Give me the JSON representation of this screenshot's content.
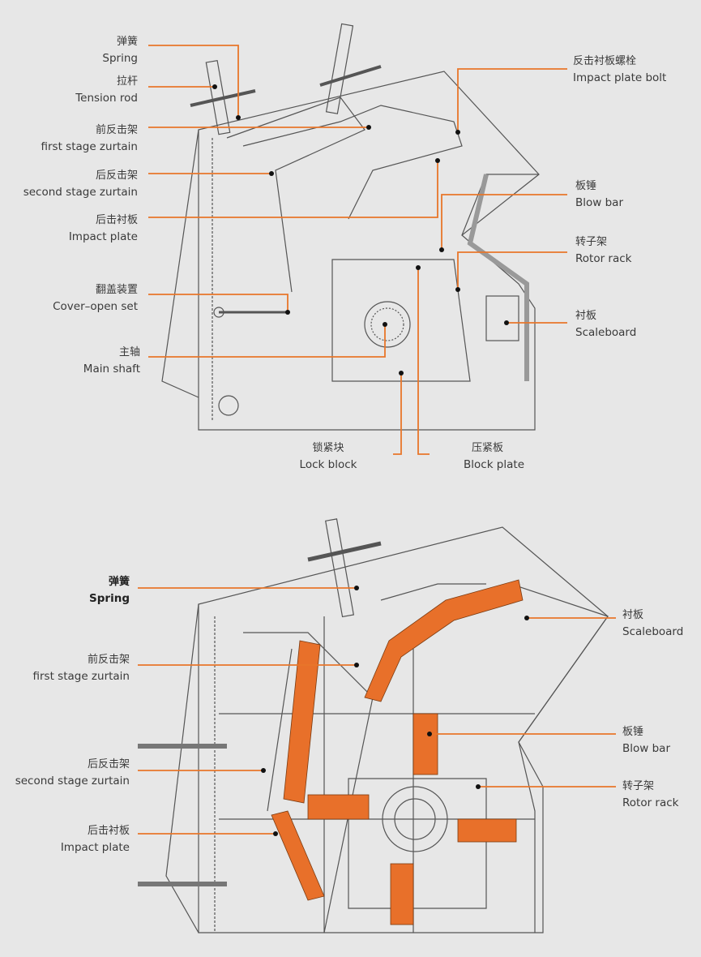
{
  "colors": {
    "background": "#e7e7e7",
    "leader": "#e8762a",
    "part_orange": "#e8702a",
    "linework": "#555555"
  },
  "top_diagram": {
    "labels": [
      {
        "zh": "弹簧",
        "en": "Spring"
      },
      {
        "zh": "拉杆",
        "en": "Tension rod"
      },
      {
        "zh": "前反击架",
        "en": "first stage zurtain"
      },
      {
        "zh": "后反击架",
        "en": "second stage zurtain"
      },
      {
        "zh": "后击衬板",
        "en": "Impact plate"
      },
      {
        "zh": "翻盖装置",
        "en": "Cover–open set"
      },
      {
        "zh": "主轴",
        "en": "Main shaft"
      },
      {
        "zh": "反击衬板螺栓",
        "en": "Impact plate bolt"
      },
      {
        "zh": "板锤",
        "en": "Blow bar"
      },
      {
        "zh": "转子架",
        "en": "Rotor rack"
      },
      {
        "zh": "衬板",
        "en": "Scaleboard"
      },
      {
        "zh": "锁紧块",
        "en": "Lock block"
      },
      {
        "zh": "压紧板",
        "en": "Block plate"
      }
    ]
  },
  "bottom_diagram": {
    "labels": [
      {
        "zh": "弹簧",
        "en": "Spring"
      },
      {
        "zh": "前反击架",
        "en": "first stage zurtain"
      },
      {
        "zh": "后反击架",
        "en": "second stage zurtain"
      },
      {
        "zh": "后击衬板",
        "en": "Impact plate"
      },
      {
        "zh": "衬板",
        "en": "Scaleboard"
      },
      {
        "zh": "板锤",
        "en": "Blow bar"
      },
      {
        "zh": "转子架",
        "en": "Rotor rack"
      }
    ]
  }
}
